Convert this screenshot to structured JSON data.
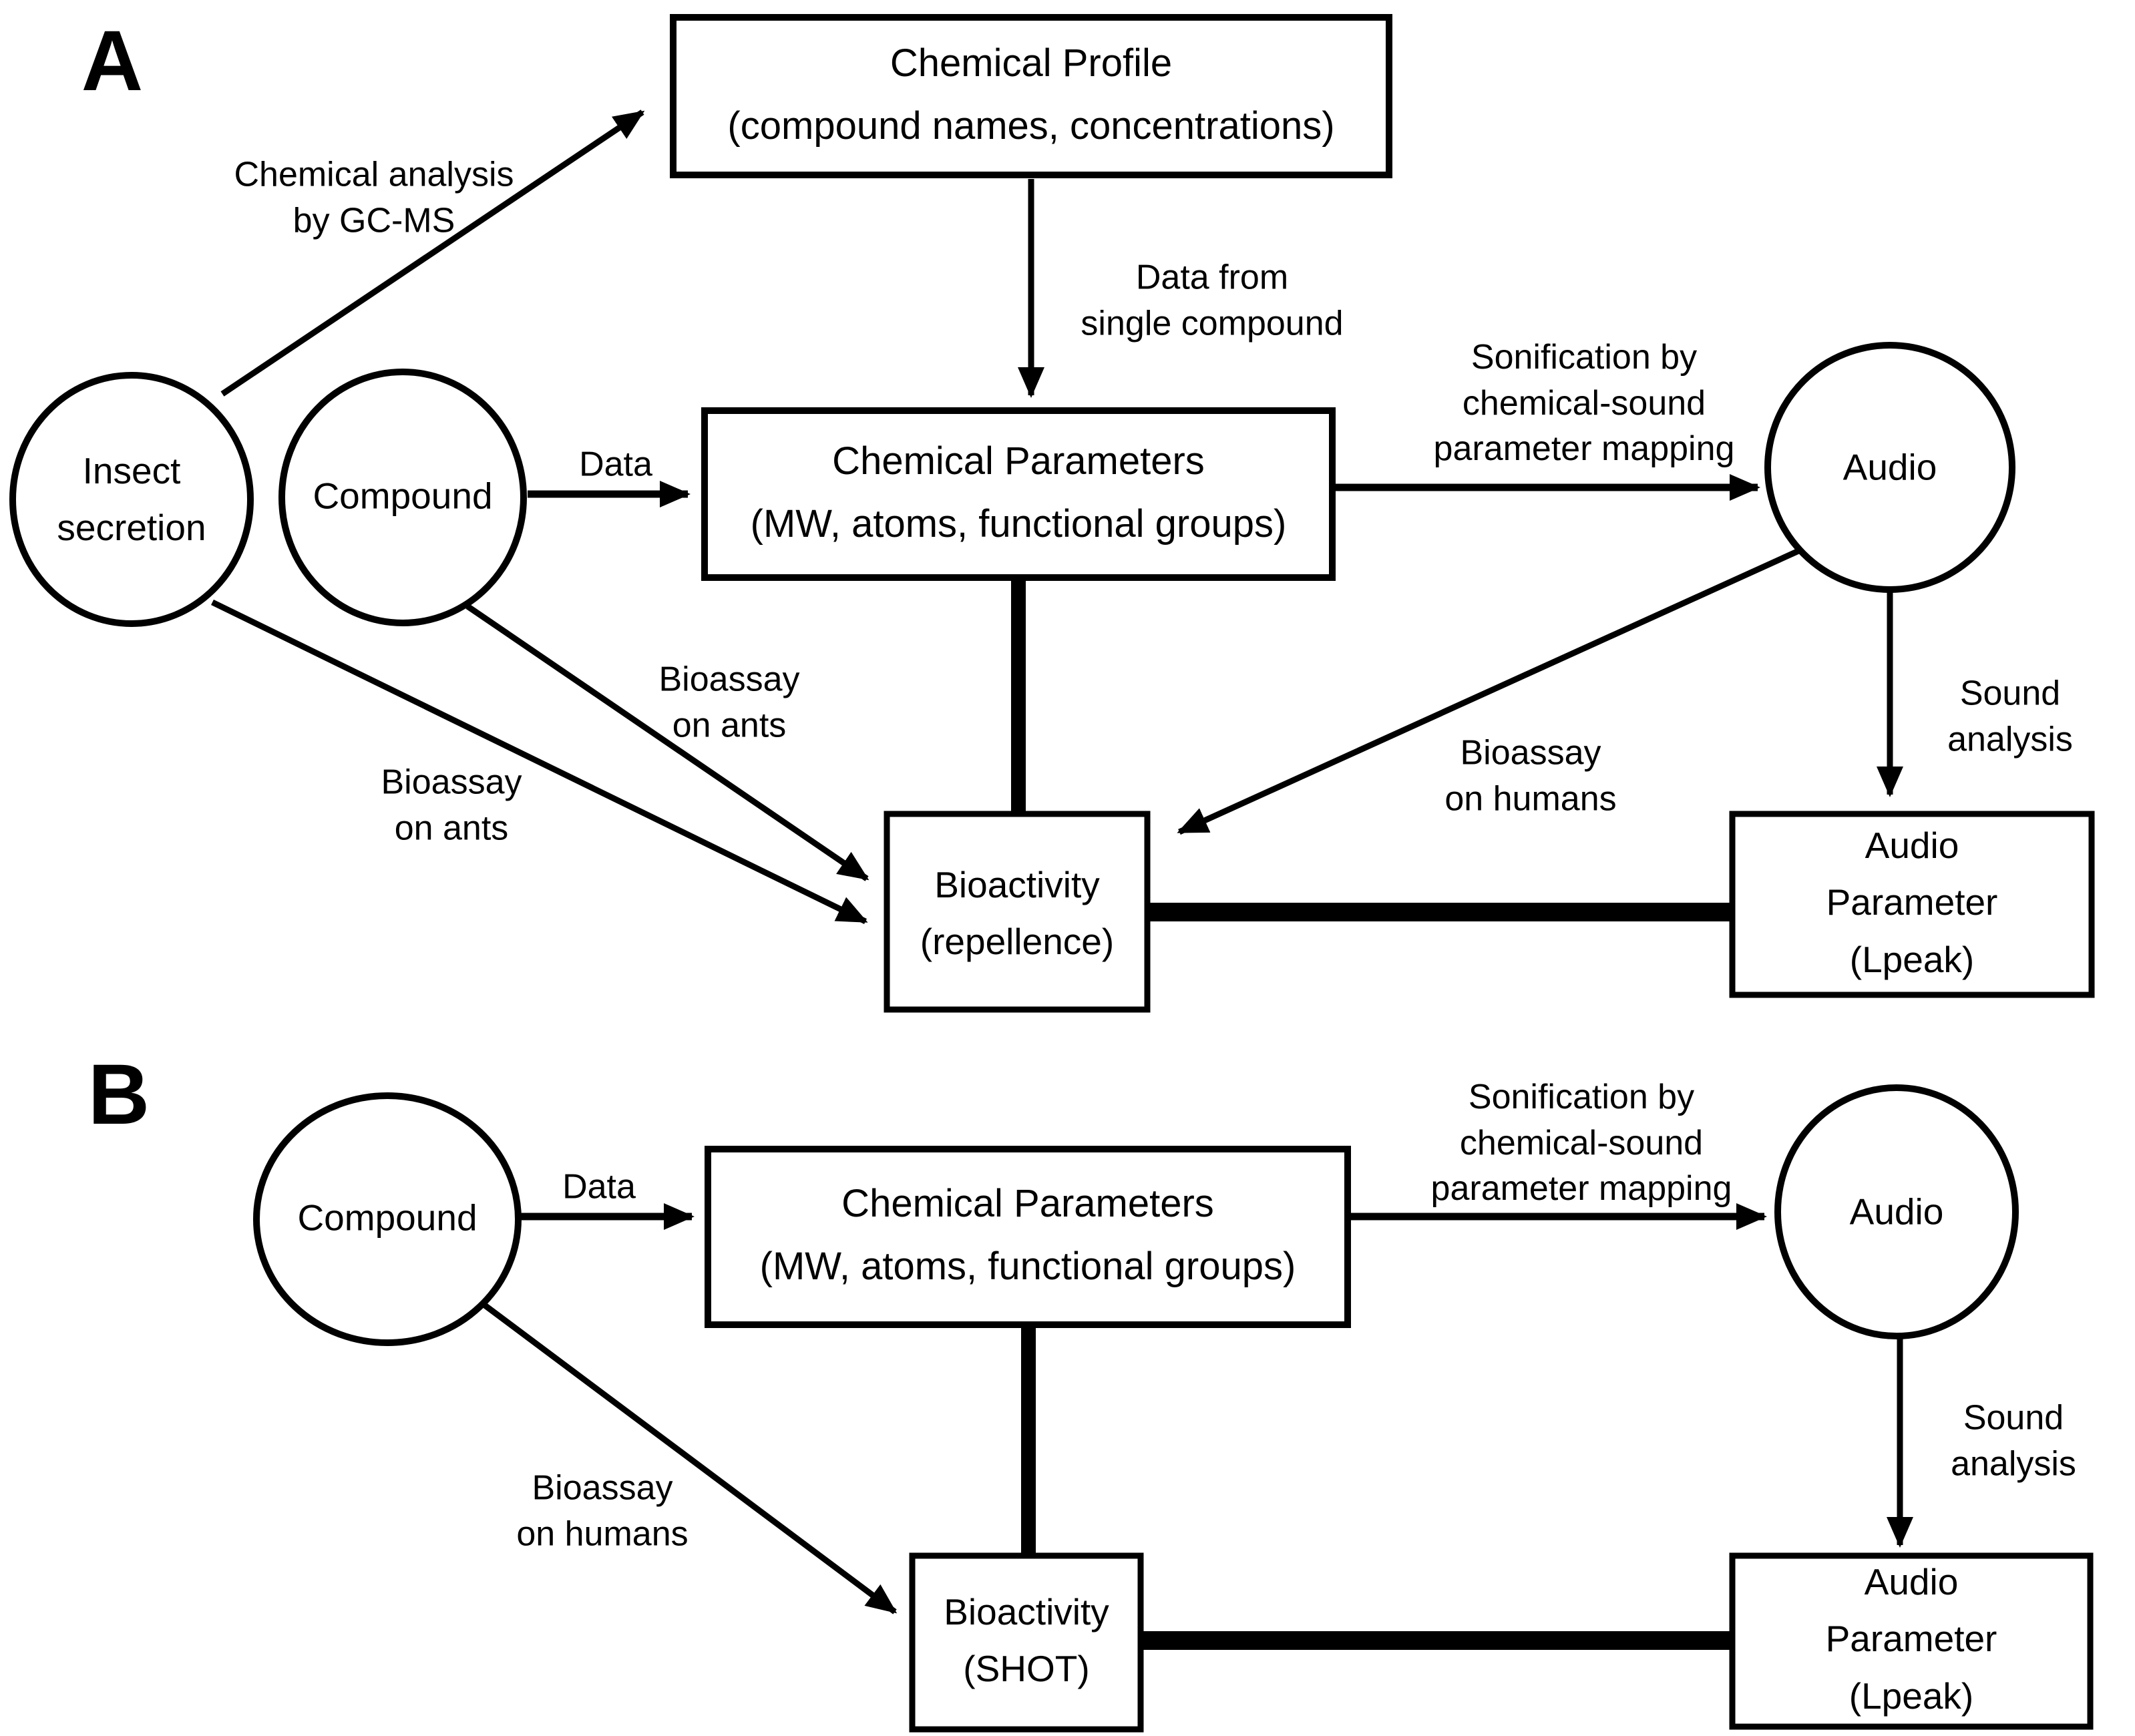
{
  "figure": {
    "ink_color": "#000000",
    "background_color": "#ffffff"
  },
  "panel_a": {
    "label": "A",
    "nodes": {
      "insect_secretion": "Insect\nsecretion",
      "compound": "Compound",
      "chemical_profile": "Chemical Profile\n(compound names, concentrations)",
      "chemical_parameters": "Chemical Parameters\n(MW, atoms, functional groups)",
      "audio": "Audio",
      "bioactivity": "Bioactivity\n(repellence)",
      "audio_parameter": "Audio Parameter\n(Lpeak)"
    },
    "edge_labels": {
      "chemical_analysis": "Chemical analysis\nby GC-MS",
      "data_from_single_compound": "Data from\nsingle compound",
      "data": "Data",
      "sonification": "Sonification by\nchemical-sound\nparameter mapping",
      "bioassay_on_ants_from_compound": "Bioassay\non ants",
      "bioassay_on_ants_from_secretion": "Bioassay\non ants",
      "bioassay_on_humans": "Bioassay\non humans",
      "sound_analysis": "Sound analysis"
    }
  },
  "panel_b": {
    "label": "B",
    "nodes": {
      "compound": "Compound",
      "chemical_parameters": "Chemical Parameters\n(MW, atoms, functional groups)",
      "audio": "Audio",
      "bioactivity": "Bioactivity\n(SHOT)",
      "audio_parameter": "Audio Parameter\n(Lpeak)"
    },
    "edge_labels": {
      "data": "Data",
      "sonification": "Sonification by\nchemical-sound\nparameter mapping",
      "bioassay_on_humans": "Bioassay\non humans",
      "sound_analysis": "Sound analysis"
    }
  }
}
